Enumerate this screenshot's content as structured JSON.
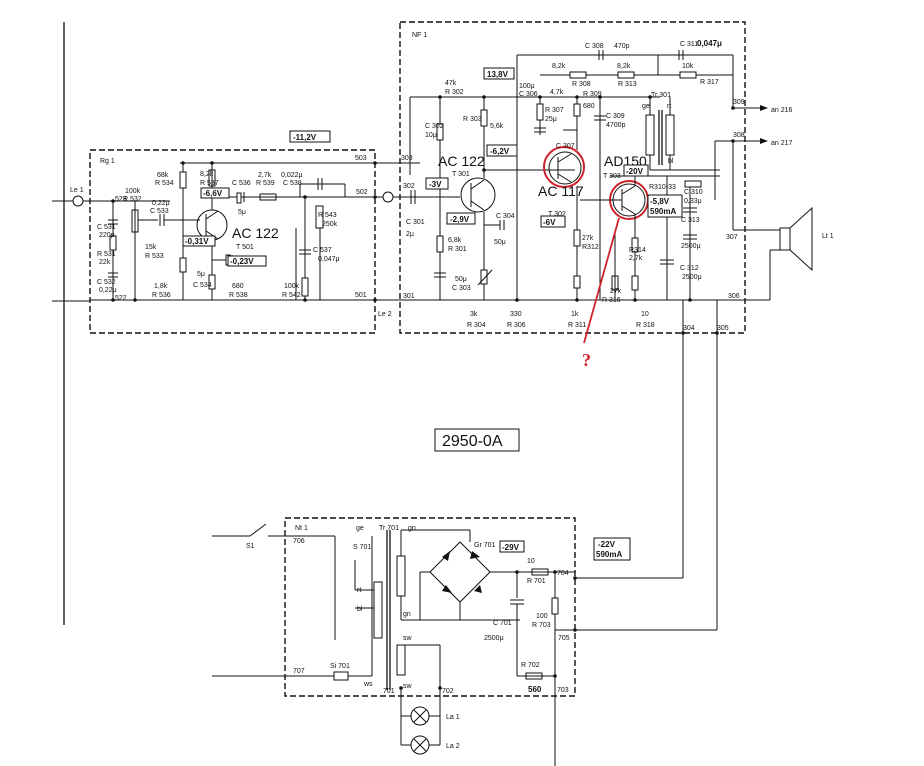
{
  "title": "2950-0A",
  "annotation": {
    "mark": "?",
    "color": "#d0222a"
  },
  "blocks": {
    "rg": "Rg 1",
    "nf": "NF 1",
    "nt": "Nt 1"
  },
  "voltages": {
    "rg_supply": "-11,2V",
    "t501_c": "-6,6V",
    "t501_b": "-0,31V",
    "t501_e": "-0,23V",
    "nf_top": "13,8V",
    "t301_b": "-3V",
    "t301_e": "-2,9V",
    "t302_c": "-6,2V",
    "t302_e": "-6V",
    "t303_b": "-20V",
    "t303_e": "-5,8V",
    "t303_i": "590mA",
    "nt_v": "-29V",
    "nt_out_v": "-22V",
    "nt_out_i": "590mA"
  },
  "transistors": {
    "t501_type": "AC 122",
    "t501": "T 501",
    "t301_type": "AC 122",
    "t301": "T 301",
    "t302_type": "AC 117",
    "t302": "T 302",
    "t303_type": "AD150",
    "t303": "T 303"
  },
  "rg_labels": {
    "r534": "R 534",
    "r534v": "68k",
    "r537": "R 537",
    "r537v": "8,2k",
    "c536": "C 536",
    "c536v": "5μ",
    "r539": "R 539",
    "r539v": "2,7k",
    "c538": "C 538",
    "c538v": "0,022μ",
    "r532": "R 532",
    "r532v": "100k",
    "c533": "C 533",
    "c533v": "0,22μ",
    "c531": "C 531",
    "c531v": "220p",
    "r531": "R 531",
    "r531v": "22k",
    "c532": "C 532",
    "c532v": "0,22μ",
    "r533": "R 533",
    "r533v": "15k",
    "c534": "C 534",
    "c534v": "5μ",
    "r536": "R 536",
    "r536v": "1,8k",
    "r538": "R 538",
    "r538v": "680",
    "r543": "R 543",
    "r543v": "250k",
    "c537": "C 537",
    "c537v": "0,047μ",
    "r542": "R 542",
    "r542v": "100k",
    "n523": "523",
    "n522": "522",
    "n503": "503",
    "n502": "502",
    "n501": "501"
  },
  "nf_labels": {
    "r302": "R 302",
    "r302v": "47k",
    "c302": "C 302",
    "c302v": "10μ",
    "r303": "R 303",
    "r303v": "5,6k",
    "c306": "C 306",
    "c306v": "100μ",
    "r307": "R 307",
    "r307v": "4,7k",
    "c307": "C 307",
    "c307v": "25μ",
    "r309": "R 309",
    "r309v": "680",
    "c309": "C 309",
    "c309v": "4700p",
    "c308": "C 308",
    "c308v": "470p",
    "c311": "C 311",
    "c311v": "0,047μ",
    "r308": "R 308",
    "r308v": "8,2k",
    "r313": "R 313",
    "r313v": "8,2k",
    "r317": "R 317",
    "r317v": "10k",
    "tr301": "Tr 301",
    "r310": "R310-33",
    "c310": "C 310",
    "c310v": "0,33μ",
    "c313": "C 313",
    "c313v": "2500μ",
    "c312": "C 312",
    "c312v": "2500μ",
    "c301": "C 301",
    "c301v": "2μ",
    "r301": "R 301",
    "r301v": "6,8k",
    "c303": "C 303",
    "c303v": "50μ",
    "c304": "C 304",
    "c304v": "50μ",
    "r312": "R312",
    "r312v": "27k",
    "r314": "R314",
    "r314v": "2,7k",
    "r316": "R 316",
    "r316v": "27k",
    "r304": "R 304",
    "r304v": "3k",
    "r306": "R 306",
    "r306v": "330",
    "r311": "R 311",
    "r311v": "1k",
    "r318": "R 318",
    "r318v": "10",
    "ge": "ge",
    "rt": "rt",
    "bl": "bl",
    "ws": "ws",
    "n303": "303",
    "n302": "302",
    "n301": "301",
    "n306": "306",
    "n307": "307",
    "n308": "308",
    "n309": "309",
    "n304": "304",
    "n305": "305",
    "an216": "an 216",
    "an217": "an 217",
    "le1": "Le 1",
    "le2": "Le 2",
    "lt": "Lt 1"
  },
  "nt_labels": {
    "s1": "S1",
    "s701": "S 701",
    "tr701": "Tr 701",
    "gr701": "Gr 701",
    "r701": "R 701",
    "r701v": "10",
    "c701": "C 701",
    "c701v": "2500μ",
    "r703": "R 703",
    "r703v": "100",
    "r702": "R 702",
    "r702v": "560",
    "si701": "Si 701",
    "ge": "ge",
    "gn": "gn",
    "gn2": "gn",
    "rt": "rt",
    "bl": "bl",
    "sw": "sw",
    "sw2": "sw",
    "ws": "ws",
    "n706": "706",
    "n707": "707",
    "n701": "701",
    "n702": "702",
    "n703": "703",
    "n704": "704",
    "n705": "705",
    "la1": "La 1",
    "la2": "La 2"
  }
}
